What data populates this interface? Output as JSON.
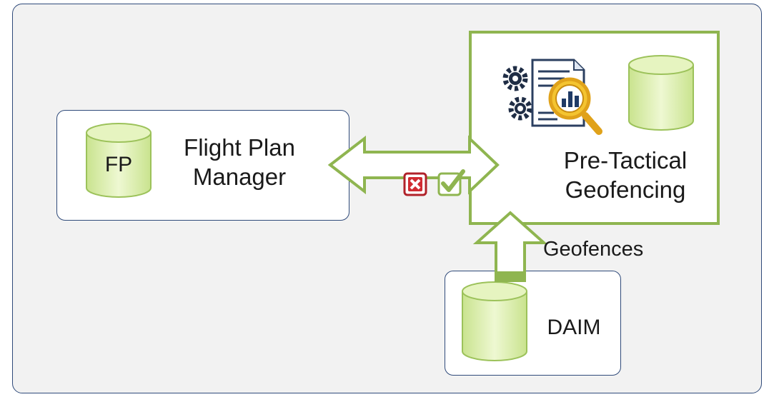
{
  "flight_plan_manager": {
    "db_label": "FP",
    "title_line1": "Flight Plan",
    "title_line2": "Manager"
  },
  "pre_tactical": {
    "title_line1": "Pre-Tactical",
    "title_line2": "Geofencing"
  },
  "daim": {
    "title": "DAIM"
  },
  "geofences_arrow": {
    "label": "Geofences"
  },
  "colors": {
    "blue_border": "#2f4a7a",
    "green_accent": "#8fb550",
    "db_fill": "#dcefb0",
    "reject_red": "#c0262d",
    "accept_green": "#8fb550"
  }
}
